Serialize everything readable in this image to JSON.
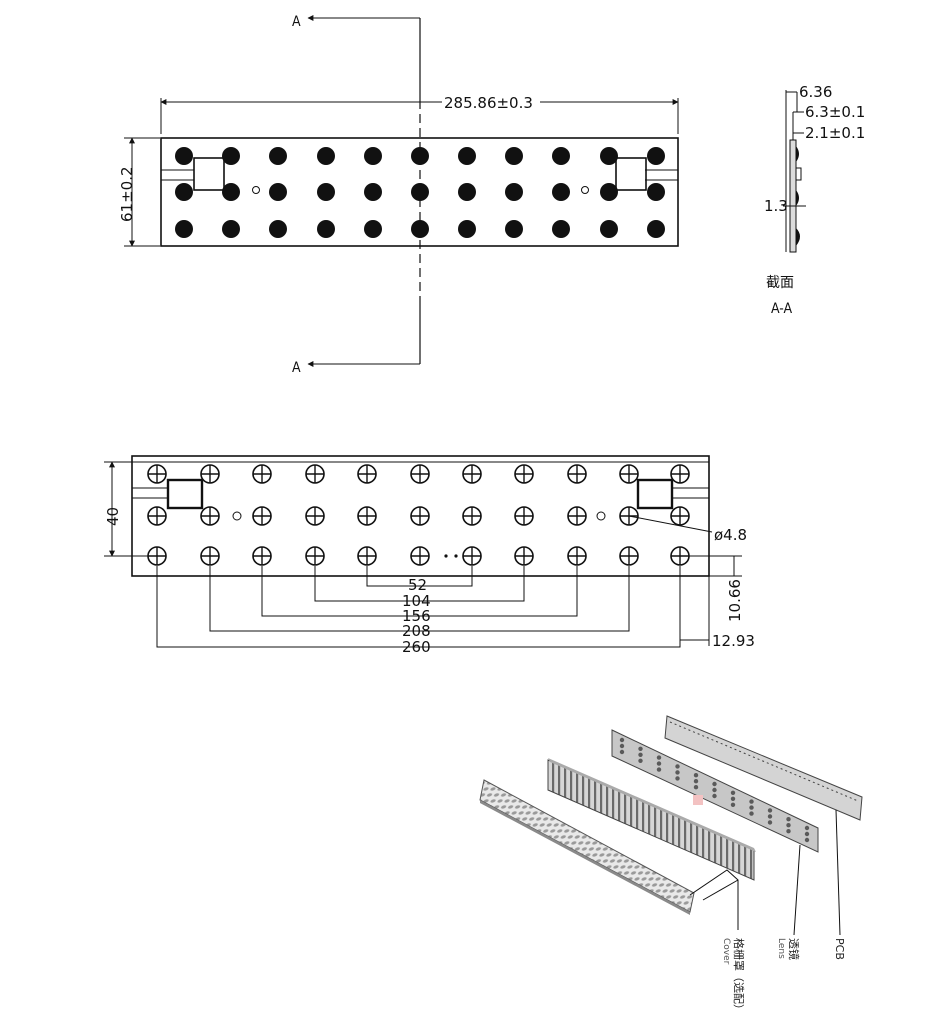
{
  "section_marks": {
    "top": "A",
    "bottom": "A"
  },
  "top_view": {
    "length_dim": "285.86±0.3",
    "width_dim": "61±0.2"
  },
  "section_view": {
    "dims": [
      "6.36",
      "6.3±0.1",
      "2.1±0.1",
      "1.3"
    ],
    "title": "截面",
    "subtitle": "A-A"
  },
  "hole_view": {
    "height_dim": "40",
    "hole_dia": "ø4.8",
    "pitches": [
      "52",
      "104",
      "156",
      "208",
      "260"
    ],
    "edge_offset_y": "10.66",
    "edge_offset_x": "12.93"
  },
  "exploded_labels": [
    {
      "cn": "格栅罩（选配）",
      "en": "Cover"
    },
    {
      "cn": "透镜",
      "en": "Lens"
    },
    {
      "cn": "PCB",
      "en": ""
    }
  ]
}
